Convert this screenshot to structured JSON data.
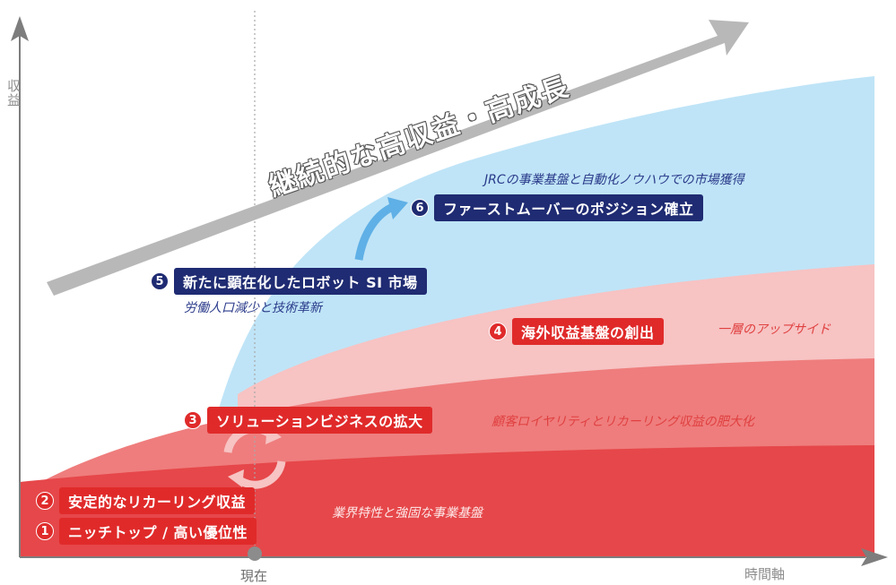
{
  "axes": {
    "y_label": "収益",
    "x_label": "時間軸",
    "now_label": "現在"
  },
  "arrow_text": "継続的な高収益・高成長",
  "items": [
    {
      "num": "1",
      "label": "ニッチトップ / 高い優位性"
    },
    {
      "num": "2",
      "label": "安定的なリカーリング収益"
    },
    {
      "num": "3",
      "label": "ソリューションビジネスの拡大"
    },
    {
      "num": "4",
      "label": "海外収益基盤の創出"
    },
    {
      "num": "5",
      "label": "新たに顕在化したロボット SI 市場"
    },
    {
      "num": "6",
      "label": "ファーストムーバーのポジション確立"
    }
  ],
  "notes": {
    "base": "業界特性と強固な事業基盤",
    "solution": "顧客ロイヤリティとリカーリング収益の肥大化",
    "overseas": "一層のアップサイド",
    "robot": "労働人口減少と技術革新",
    "jrc": "JRCの事業基盤と自動化ノウハウでの市場獲得"
  },
  "colors": {
    "red": "#e02a2a",
    "navy": "#1f2b72",
    "band_dark_red": "#e6474a",
    "band_mid_red": "#ef7d7d",
    "band_light_red": "#f7c3c3",
    "band_blue": "#bfe4f7",
    "arrow_gray": "#b8b8b8"
  }
}
